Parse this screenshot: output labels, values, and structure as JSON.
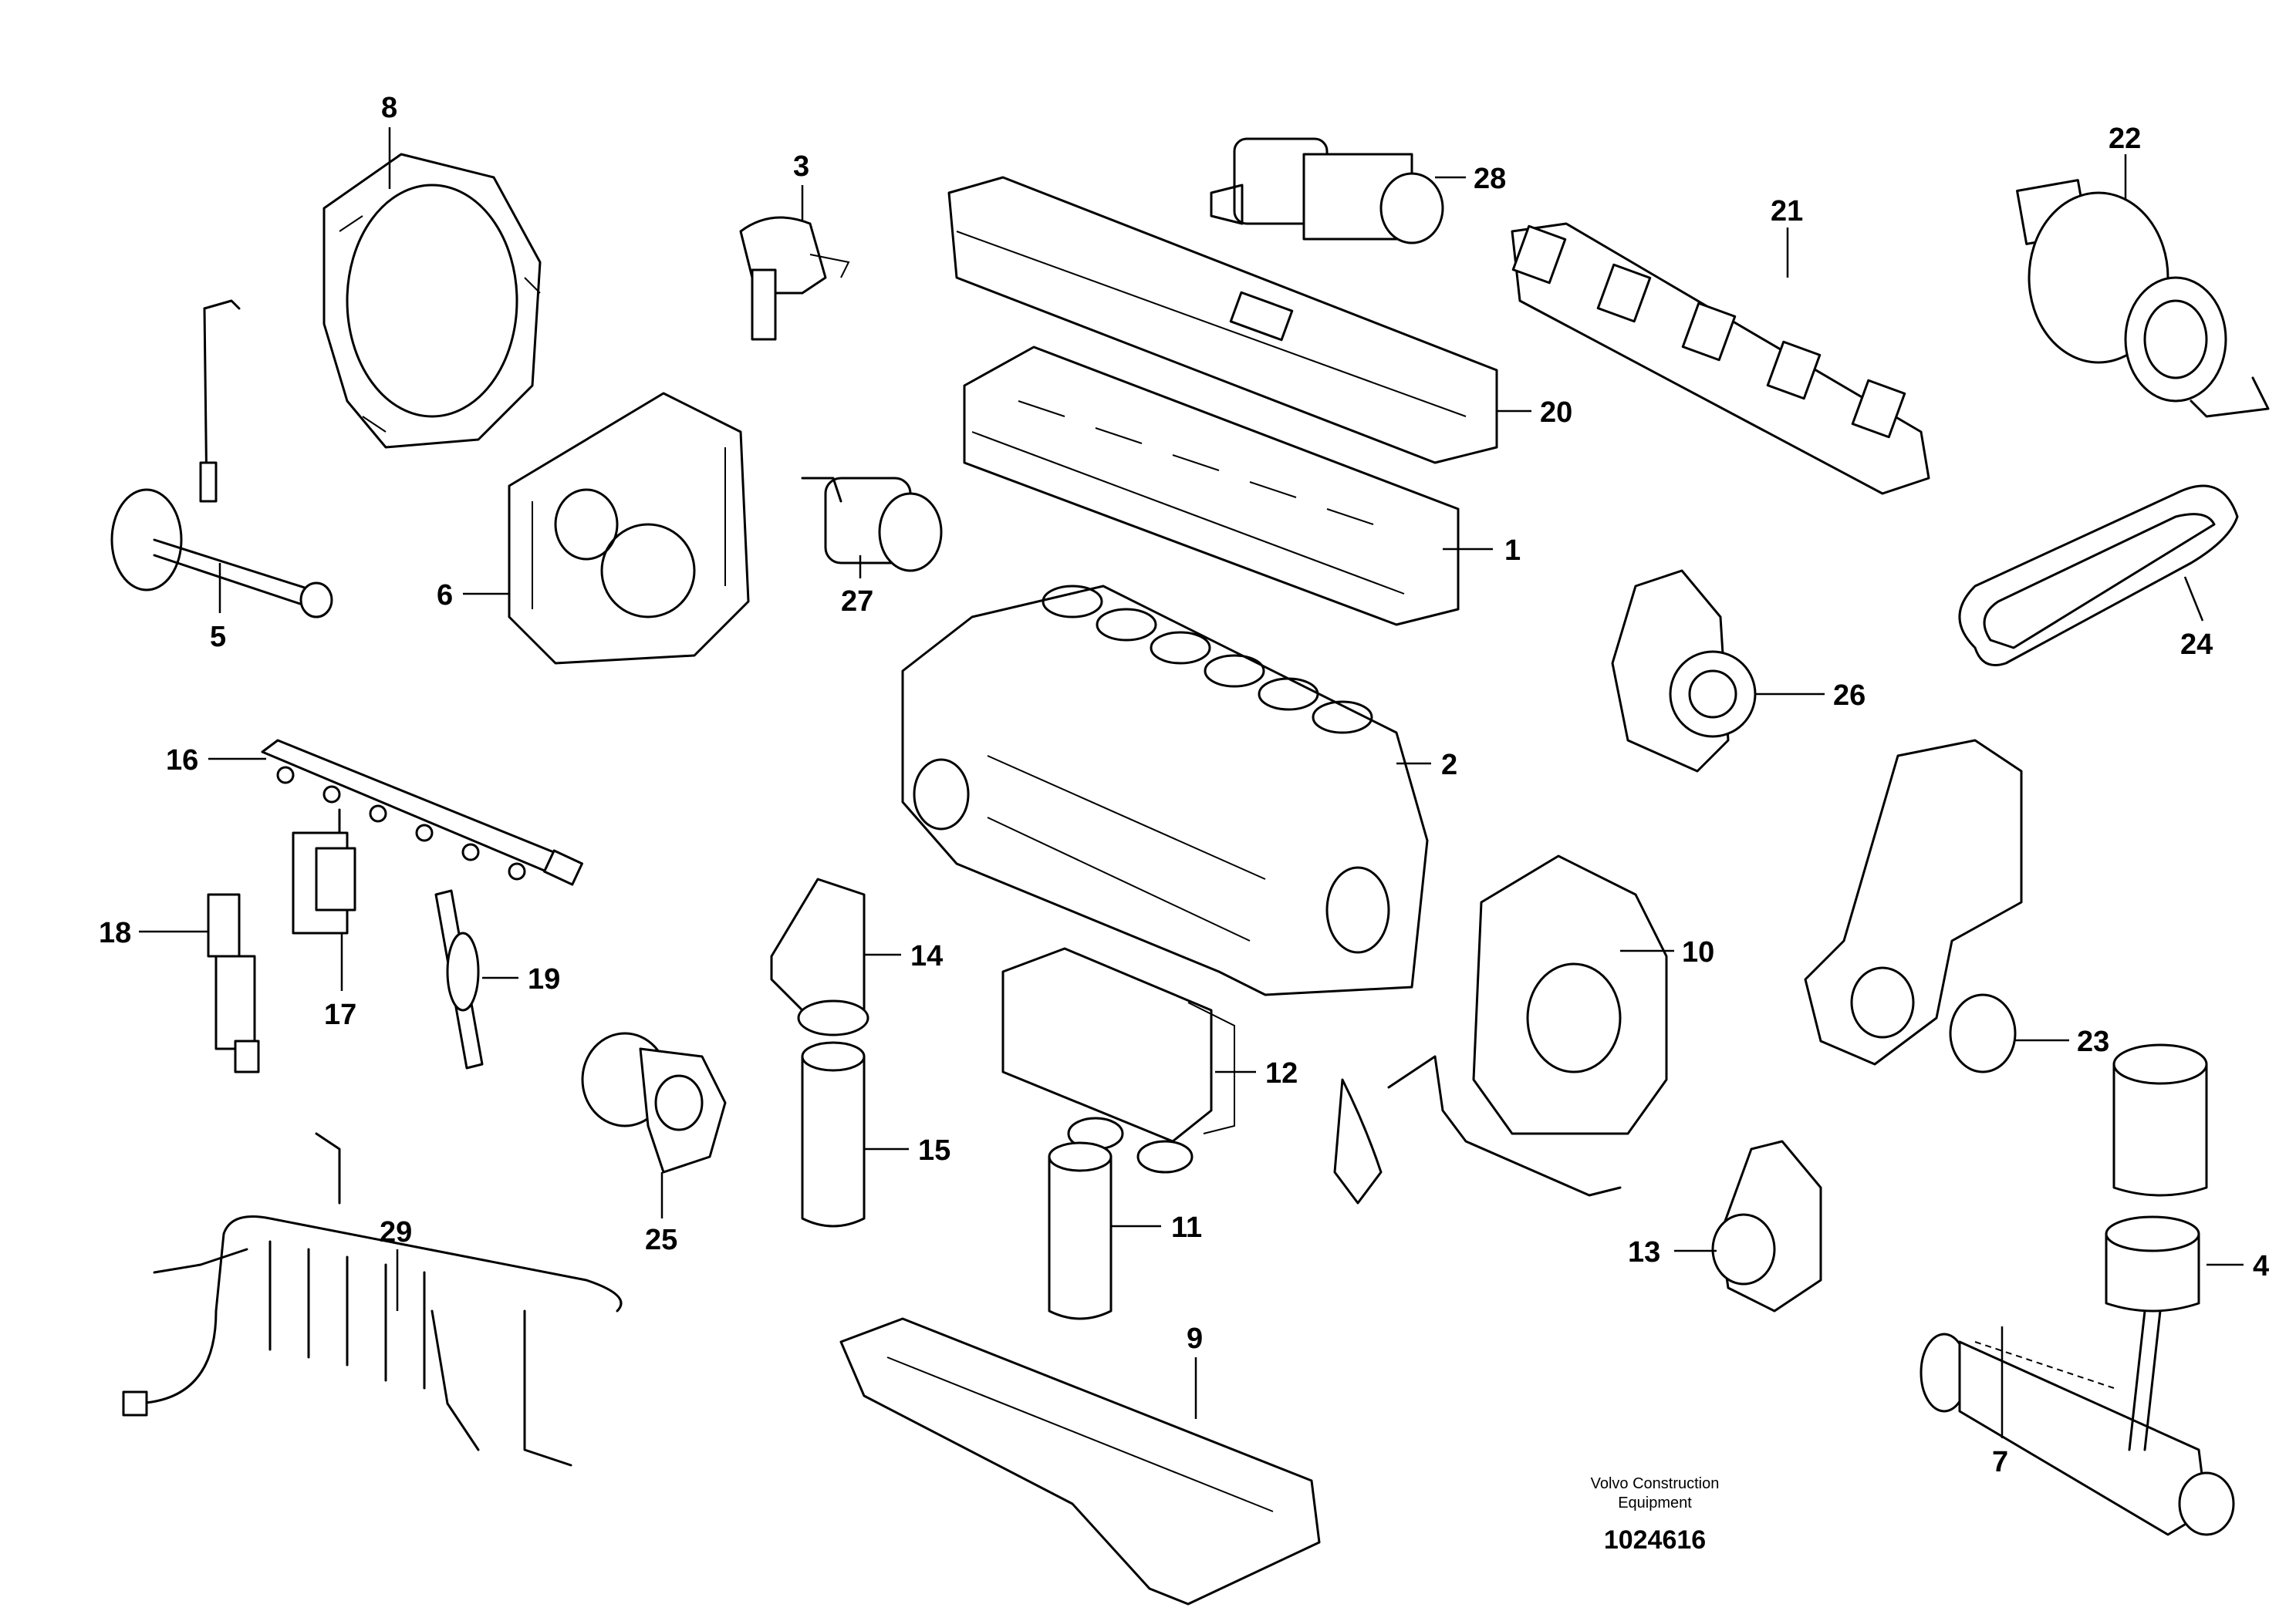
{
  "callouts": [
    {
      "id": "1",
      "label": "1"
    },
    {
      "id": "2",
      "label": "2"
    },
    {
      "id": "3",
      "label": "3"
    },
    {
      "id": "4",
      "label": "4"
    },
    {
      "id": "5",
      "label": "5"
    },
    {
      "id": "6",
      "label": "6"
    },
    {
      "id": "7",
      "label": "7"
    },
    {
      "id": "8",
      "label": "8"
    },
    {
      "id": "9",
      "label": "9"
    },
    {
      "id": "10",
      "label": "10"
    },
    {
      "id": "11",
      "label": "11"
    },
    {
      "id": "12",
      "label": "12"
    },
    {
      "id": "13",
      "label": "13"
    },
    {
      "id": "14",
      "label": "14"
    },
    {
      "id": "15",
      "label": "15"
    },
    {
      "id": "16",
      "label": "16"
    },
    {
      "id": "17",
      "label": "17"
    },
    {
      "id": "18",
      "label": "18"
    },
    {
      "id": "19",
      "label": "19"
    },
    {
      "id": "20",
      "label": "20"
    },
    {
      "id": "21",
      "label": "21"
    },
    {
      "id": "22",
      "label": "22"
    },
    {
      "id": "23",
      "label": "23"
    },
    {
      "id": "24",
      "label": "24"
    },
    {
      "id": "25",
      "label": "25"
    },
    {
      "id": "26",
      "label": "26"
    },
    {
      "id": "27",
      "label": "27"
    },
    {
      "id": "28",
      "label": "28"
    },
    {
      "id": "29",
      "label": "29"
    }
  ],
  "credit": {
    "line1": "Volvo Construction",
    "line2": "Equipment"
  },
  "drawing_number": "1024616",
  "colors": {
    "ink": "#000000",
    "paper": "#ffffff"
  }
}
